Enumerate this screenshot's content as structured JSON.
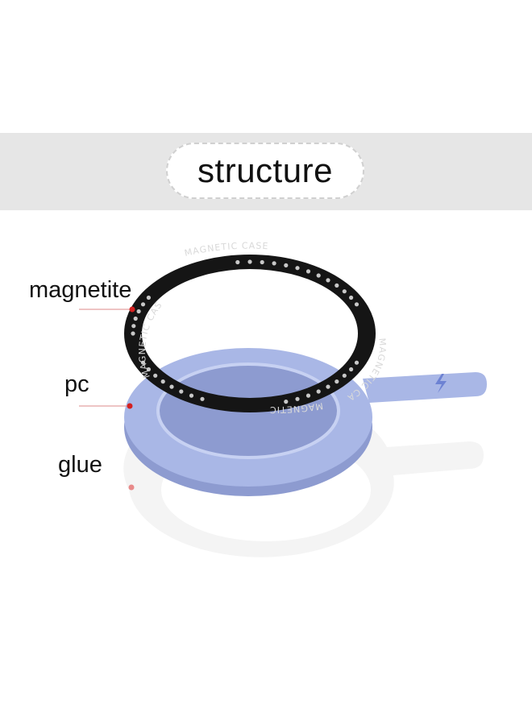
{
  "title": "structure",
  "labels": {
    "magnetite": "magnetite",
    "pc": "pc",
    "glue": "glue"
  },
  "ring_text": {
    "top": "MAGNETIC CASE",
    "left": "MAGNETIC CASE",
    "right": "MAGNETIC CASE",
    "bottom": "MAGNETIC CASE"
  },
  "colors": {
    "header_band": "#e6e6e6",
    "magnet_ring": "#151515",
    "pc_ring": "#a9b7e6",
    "glue_ring": "#f3f3f3",
    "leader_line": "#d42020"
  }
}
